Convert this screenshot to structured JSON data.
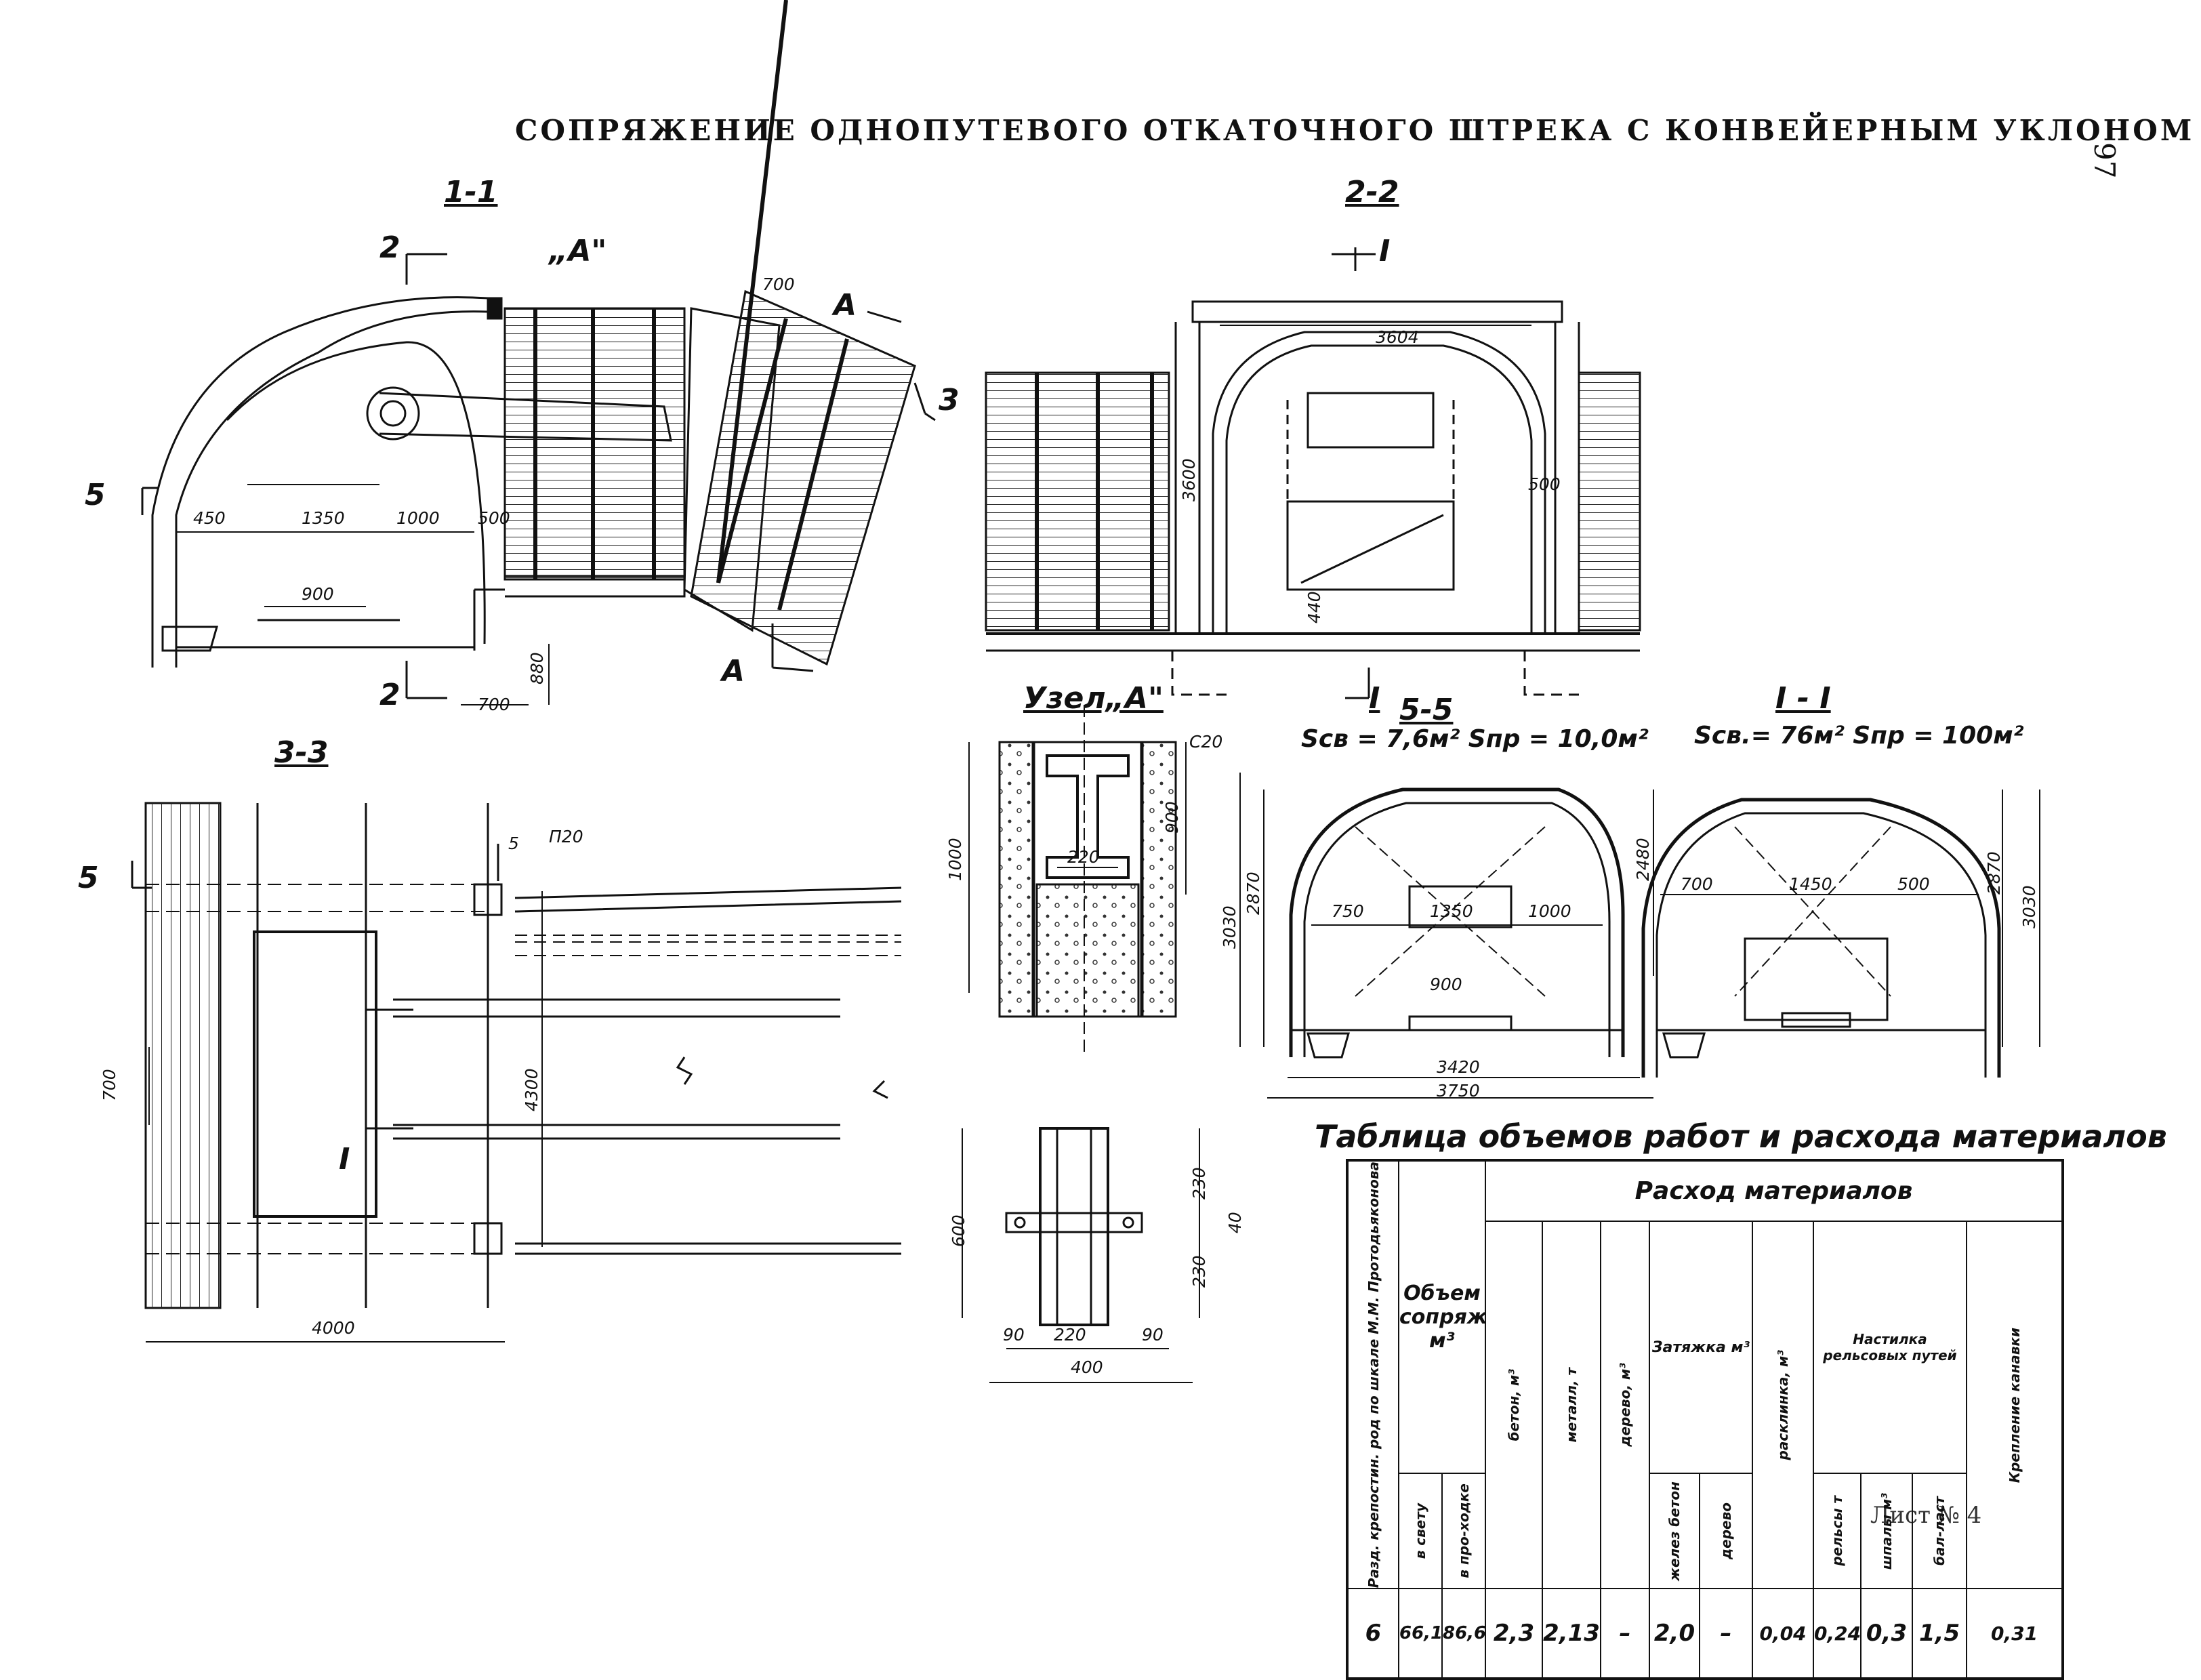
{
  "header": {
    "title": "СОПРЯЖЕНИЕ ОДНОПУТЕВОГО ОТКАТОЧНОГО ШТРЕКА С КОНВЕЙЕРНЫМ УКЛОНОМ",
    "page_number": "97",
    "sheet": "Лист № 4"
  },
  "sections": {
    "s11": {
      "title": "1-1",
      "marker_2": "2",
      "marker_5": "5",
      "node_a": "„А\"",
      "marker_a": "А",
      "marker_3": "3",
      "dims": [
        "450",
        "1350",
        "1000",
        "500",
        "900",
        "700",
        "880",
        "700"
      ]
    },
    "s22": {
      "title": "2-2",
      "marker_i": "I",
      "dims": [
        "3604",
        "3600",
        "500",
        "440"
      ]
    },
    "s33": {
      "title": "3-3",
      "marker_5": "5",
      "marker_5b": "5",
      "beam": "П20",
      "label_i": "I",
      "dims": [
        "700",
        "4300",
        "4000"
      ]
    },
    "node": {
      "title": "Узел„А\"",
      "beam": "С20",
      "dims": [
        "1000",
        "900",
        "220"
      ]
    },
    "detail": {
      "dims": [
        "600",
        "230",
        "230",
        "40",
        "90",
        "220",
        "90",
        "400"
      ]
    },
    "s55": {
      "marker_i": "I",
      "title": "5-5",
      "areas": "Sсв = 7,6м² Sпр = 10,0м²",
      "dims": [
        "3030",
        "2870",
        "2480",
        "750",
        "1350",
        "1000",
        "900",
        "3420",
        "3750"
      ]
    },
    "sii": {
      "title": "I - I",
      "areas": "Sсв.= 76м² Sпр = 100м²",
      "dims": [
        "700",
        "1450",
        "500",
        "2870",
        "3030"
      ]
    }
  },
  "table": {
    "caption": "Таблица объемов работ и расхода материалов",
    "headers": {
      "type_col": "Разд. крепостин. род по шкале М.М. Протодьяконова",
      "volume": "Объем сопряж. м³",
      "vol_clear": "в свету",
      "vol_rough": "в про-ходке",
      "consumption": "Расход материалов",
      "concrete": "бетон, м³",
      "metal": "металл, т",
      "wood": "дерево, м³",
      "lagging": "Затяжка м³",
      "lag_rc": "желез бетон",
      "lag_wood": "дерево",
      "wedging": "расклинка, м³",
      "track": "Настилка рельсовых путей",
      "rails": "рельсы т",
      "sleepers": "шпалы м³",
      "ballast": "бал-ласт",
      "drain": "Крепление канавки"
    },
    "row": [
      "6",
      "66,1",
      "86,6",
      "2,3",
      "2,13",
      "–",
      "2,0",
      "–",
      "0,04",
      "0,24",
      "0,3",
      "1,5",
      "0,31"
    ]
  }
}
